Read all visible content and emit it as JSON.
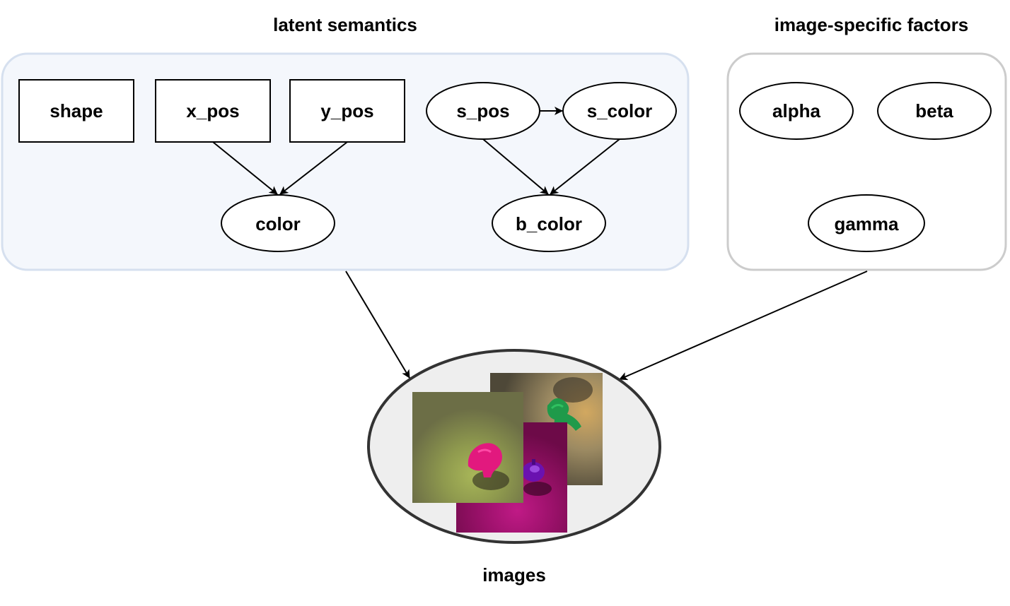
{
  "titles": {
    "latent": "latent semantics",
    "image_specific": "image-specific factors",
    "images": "images"
  },
  "latent_nodes": {
    "shape": "shape",
    "x_pos": "x_pos",
    "y_pos": "y_pos",
    "color": "color",
    "s_pos": "s_pos",
    "s_color": "s_color",
    "b_color": "b_color"
  },
  "factor_nodes": {
    "alpha": "alpha",
    "beta": "beta",
    "gamma": "gamma"
  },
  "edges": [
    {
      "from": "x_pos",
      "to": "color"
    },
    {
      "from": "y_pos",
      "to": "color"
    },
    {
      "from": "s_pos",
      "to": "s_color"
    },
    {
      "from": "s_pos",
      "to": "b_color"
    },
    {
      "from": "s_color",
      "to": "b_color"
    },
    {
      "from": "latent semantics",
      "to": "images"
    },
    {
      "from": "image-specific factors",
      "to": "images"
    }
  ],
  "colors": {
    "latent_group_fill": "#f4f7fc",
    "latent_group_stroke": "#d6e0ef",
    "factors_group_fill": "#ffffff",
    "factors_group_stroke": "#cccccc",
    "images_fill": "#eeeeee",
    "images_stroke": "#333333"
  }
}
